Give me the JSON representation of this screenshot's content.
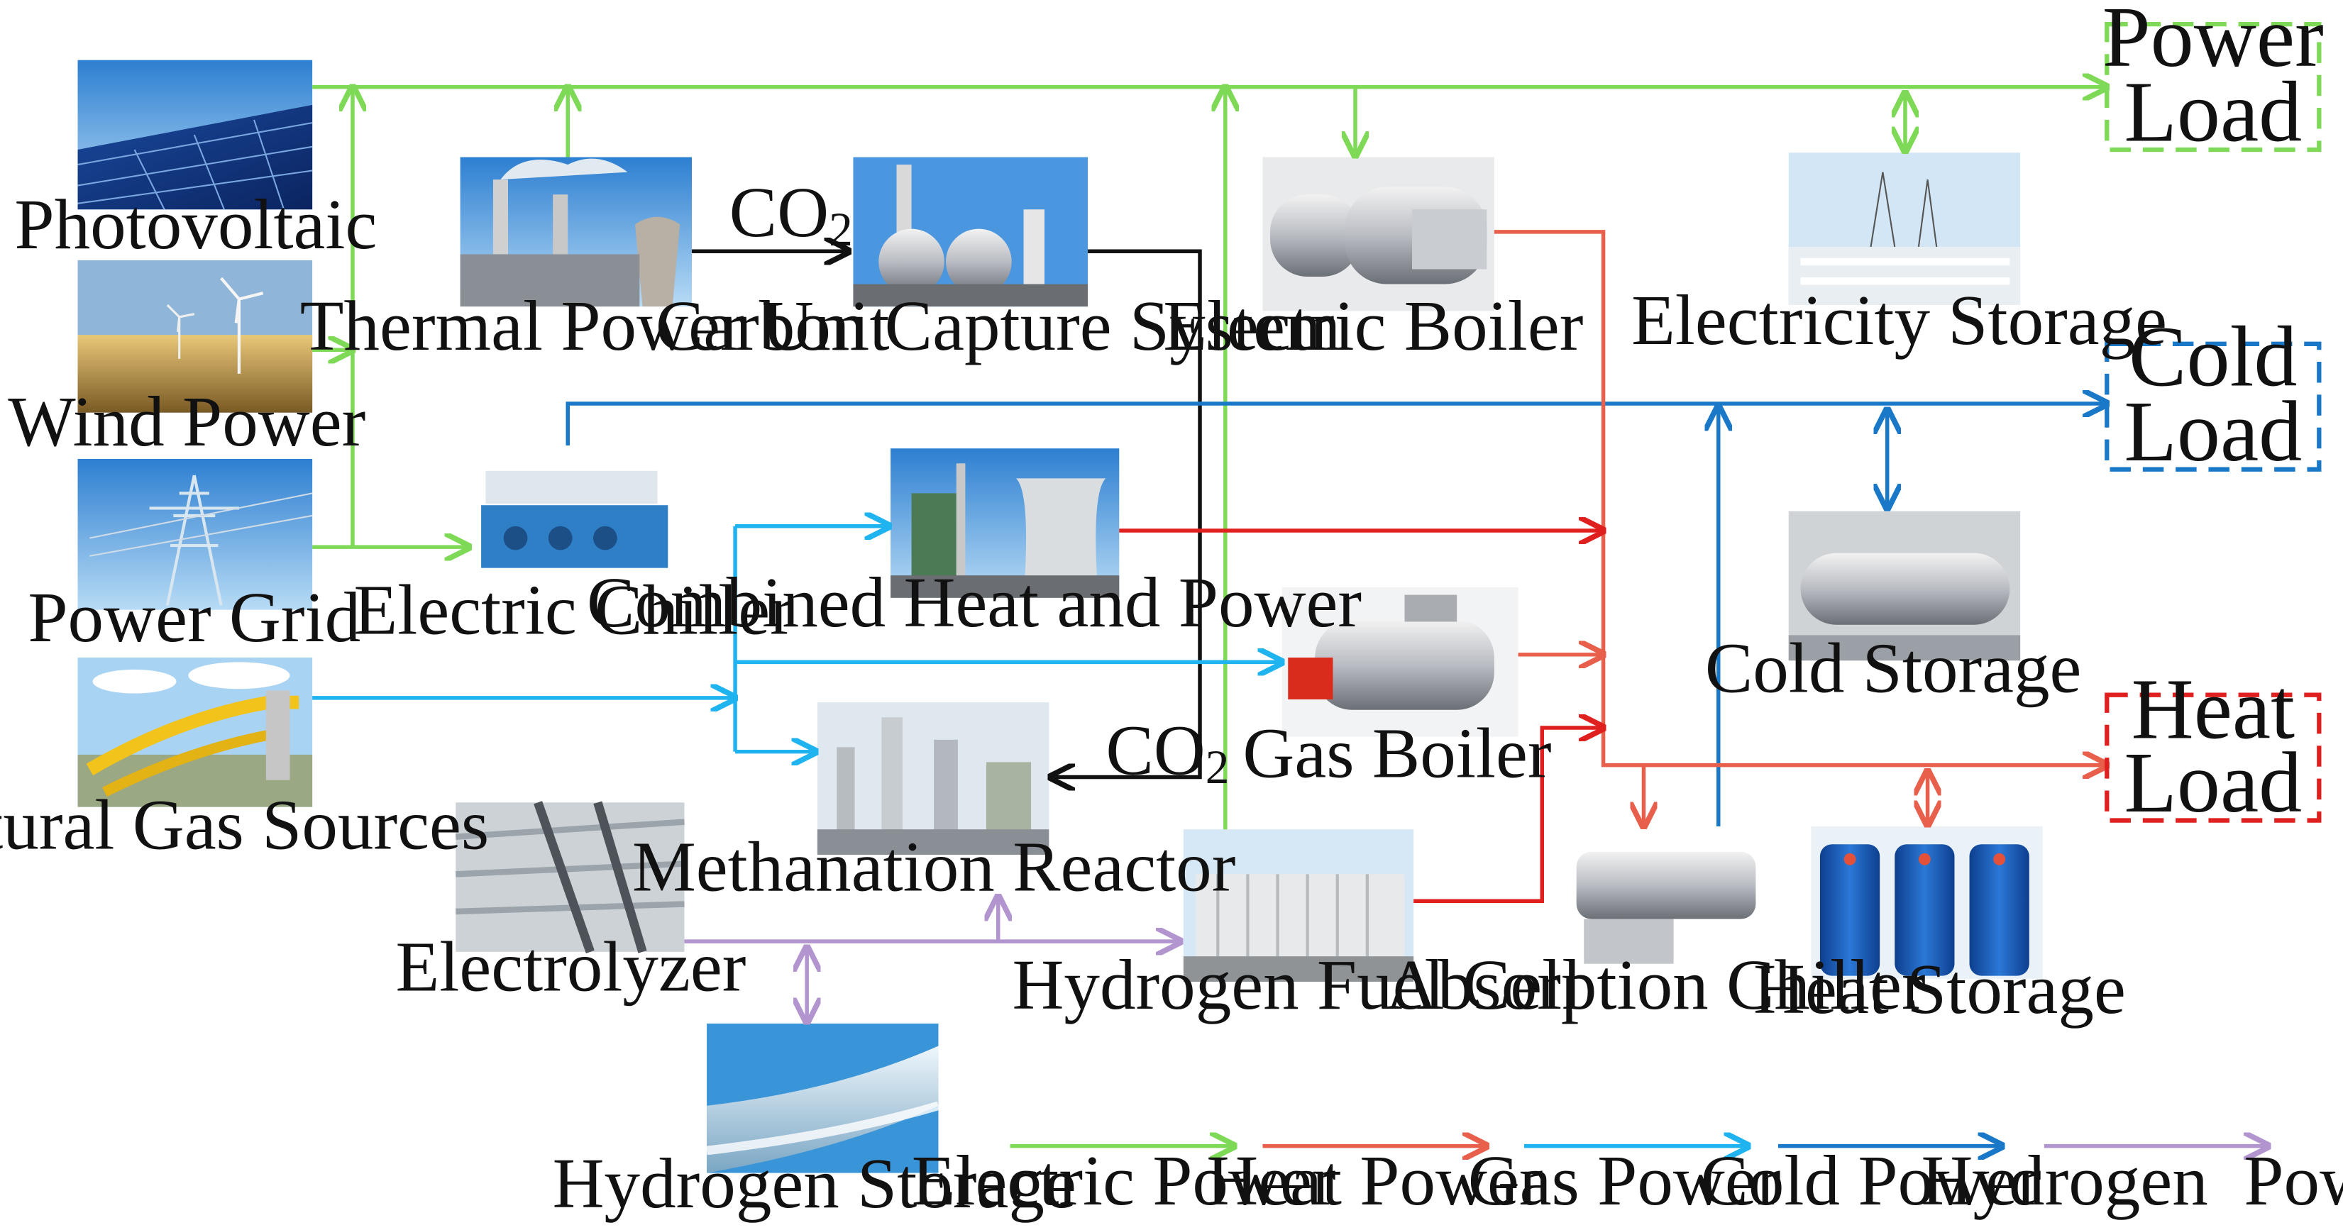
{
  "colors": {
    "electric": "#7ed957",
    "heat": "#e8604c",
    "heat_strong": "#e01f1f",
    "gas": "#1fb3f0",
    "cold": "#1a78c8",
    "hydrogen": "#b294cf",
    "co2": "#111111"
  },
  "nodes": {
    "photovoltaic": "Photovoltaic",
    "wind_power": "Wind Power",
    "power_grid": "Power Grid",
    "natural_gas": "Natural Gas Sources",
    "thermal_power_unit": "Thermal Power Unit",
    "carbon_capture": "Carbon Capture System",
    "electric_boiler": "Electric Boiler",
    "electricity_storage": "Electricity Storage",
    "electric_chiller": "Electric Chiller",
    "chp": "Combined Heat and Power",
    "cold_storage": "Cold Storage",
    "gas_boiler": "Gas Boiler",
    "methanation_reactor": "Methanation Reactor",
    "electrolyzer": "Electrolyzer",
    "hydrogen_fuel_cell": "Hydrogen Fuel Cell",
    "absorption_chiller": "Absorption Chiller",
    "heat_storage": "Heat Storage",
    "hydrogen_storage": "Hydrogen Storage"
  },
  "loads": {
    "power": [
      "Power",
      "Load"
    ],
    "cold": [
      "Cold",
      "Load"
    ],
    "heat": [
      "Heat",
      "Load"
    ]
  },
  "co2": {
    "main": "CO",
    "sub": "2"
  },
  "legend": {
    "electric": "Electric Power",
    "heat": "Heat Power",
    "gas": "Gas Power",
    "cold": "Cold Power",
    "hydrogen": "Hydrogen  Power"
  }
}
